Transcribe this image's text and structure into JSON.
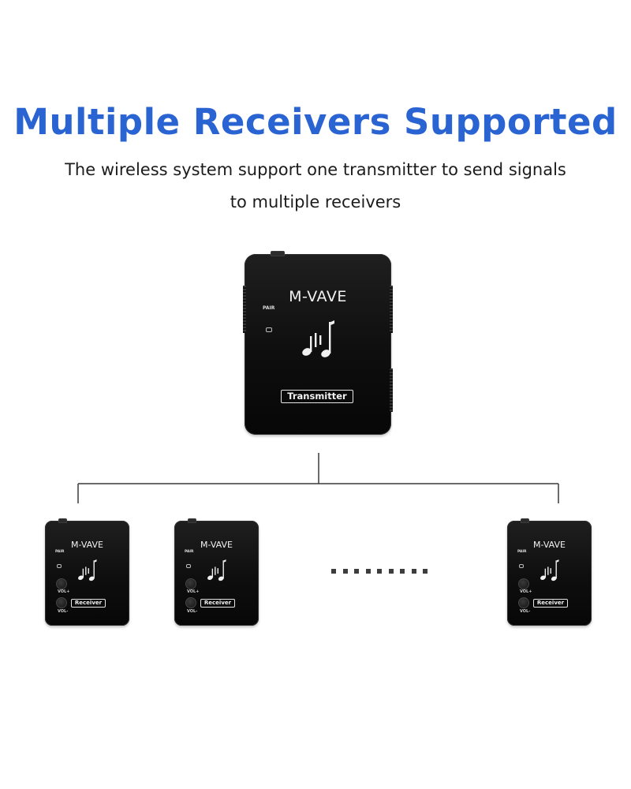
{
  "headline": "Multiple Receivers Supported",
  "description": {
    "line1": "The wireless system support one transmitter to send signals",
    "line2": "to multiple receivers"
  },
  "transmitter": {
    "brand": "M-VAVE",
    "pair_text": "PAIR",
    "label": "Transmitter",
    "icon": "music-note-wave-icon"
  },
  "receivers": [
    {
      "brand": "M-VAVE",
      "pair_text": "PAIR",
      "label": "Receiver",
      "vol_plus": "VOL+",
      "vol_minus": "VOL-",
      "icon": "music-note-wave-icon"
    },
    {
      "brand": "M-VAVE",
      "pair_text": "PAIR",
      "label": "Receiver",
      "vol_plus": "VOL+",
      "vol_minus": "VOL-",
      "icon": "music-note-wave-icon"
    },
    {
      "brand": "M-VAVE",
      "pair_text": "PAIR",
      "label": "Receiver",
      "vol_plus": "VOL+",
      "vol_minus": "VOL-",
      "icon": "music-note-wave-icon"
    }
  ],
  "colors": {
    "headline": "#2a63d2",
    "text": "#1c1c1c",
    "device": "#0e0e0e",
    "connector": "#3a3a3a"
  }
}
